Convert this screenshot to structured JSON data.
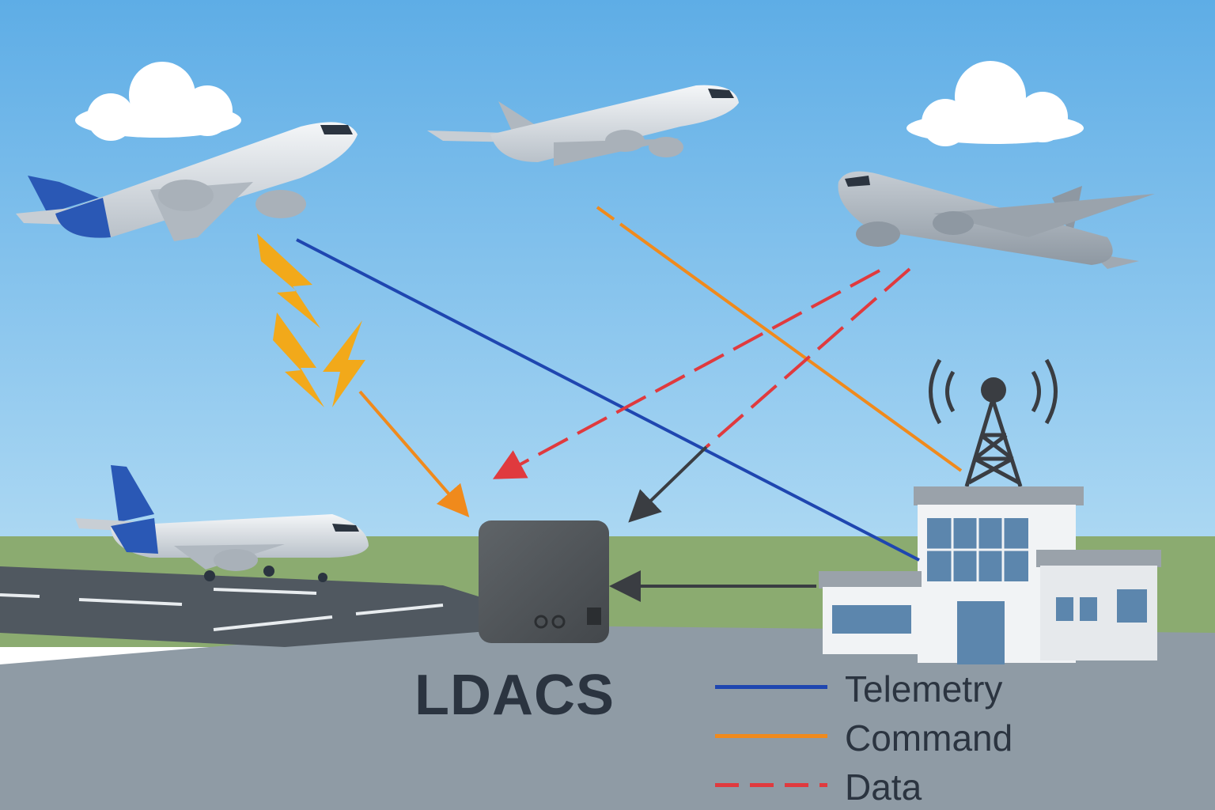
{
  "diagram": {
    "title": "LDACS",
    "legend": [
      {
        "label": "Telemetry",
        "color": "#1f46b0",
        "style": "solid"
      },
      {
        "label": "Command",
        "color": "#f08a1c",
        "style": "solid"
      },
      {
        "label": "Data",
        "color": "#e03a3e",
        "style": "dashed"
      }
    ],
    "colors": {
      "sky_top": "#5faee6",
      "sky_bottom": "#a9d6f2",
      "grass": "#8bab70",
      "tarmac": "#8f9ba5",
      "runway": "#505860",
      "device": "#4e5358",
      "lightning": "#f2a91a",
      "arrow_dark": "#3a3d42"
    },
    "icons": [
      "airplane-icon",
      "cloud-icon",
      "lightning-icon",
      "radio-tower-icon",
      "control-tower-icon",
      "ldacs-device-icon"
    ]
  }
}
